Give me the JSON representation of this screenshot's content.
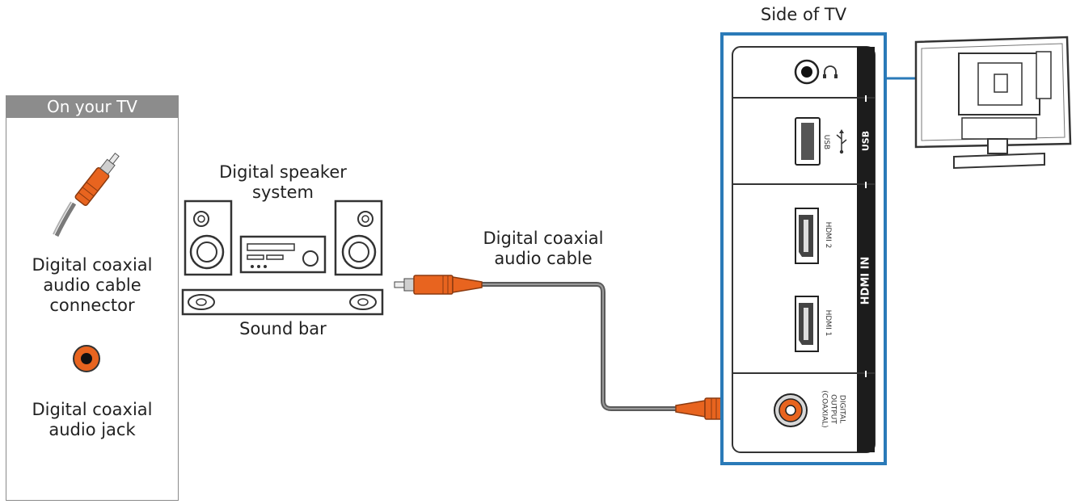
{
  "legend": {
    "title": "On your TV",
    "connector_label": "Digital coaxial\naudio cable\nconnector",
    "jack_label": "Digital coaxial\naudio jack"
  },
  "devices": {
    "speaker_label": "Digital speaker\nsystem",
    "soundbar_label": "Sound bar"
  },
  "cable": {
    "label": "Digital coaxial\naudio cable"
  },
  "tv_side": {
    "title": "Side of TV",
    "ports": {
      "usb_label": "USB",
      "usb_band": "USB",
      "hdmi2_label": "HDMI 2",
      "hdmi1_label": "HDMI 1",
      "hdmi_band": "HDMI IN",
      "digital_output_label": "DIGITAL\nOUTPUT\n(COAXIAL)"
    }
  },
  "colors": {
    "accent_orange": "#e8641f",
    "panel_border": "#2a7ab8",
    "band_dark": "#1c1c1c",
    "legend_header": "#8c8c8c"
  },
  "icons": [
    "headphone-icon",
    "usb-icon",
    "rca-connector-icon",
    "coaxial-jack-icon",
    "speaker-icon",
    "receiver-icon",
    "tv-icon"
  ]
}
